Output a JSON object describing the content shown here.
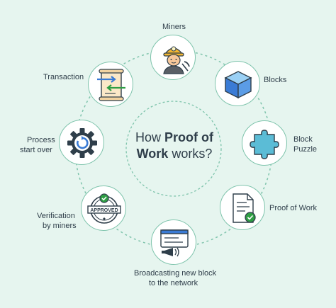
{
  "center": {
    "line1_prefix": "How ",
    "line1_bold": "Proof of",
    "line2_bold": "Work",
    "line2_suffix": " works?"
  },
  "steps": [
    {
      "label": "Miners",
      "icon": "miner-icon"
    },
    {
      "label": "Blocks",
      "icon": "cube-icon"
    },
    {
      "label_line1": "Block",
      "label_line2": "Puzzle",
      "icon": "puzzle-icon"
    },
    {
      "label": "Proof of Work",
      "icon": "document-check-icon"
    },
    {
      "label_line1": "Broadcasting new block",
      "label_line2": "to the network",
      "icon": "broadcast-icon"
    },
    {
      "label_line1": "Verification",
      "label_line2": "by miners",
      "icon": "approved-stamp-icon"
    },
    {
      "label_line1": "Process",
      "label_line2": "start over",
      "icon": "restart-gear-icon"
    },
    {
      "label": "Transaction",
      "icon": "transaction-scroll-icon"
    }
  ],
  "colors": {
    "background": "#e6f5ef",
    "ring": "#7fc4ac",
    "accent_blue": "#3a7bd5",
    "accent_green": "#2f9e44",
    "puzzle_teal": "#5bbcd6"
  }
}
